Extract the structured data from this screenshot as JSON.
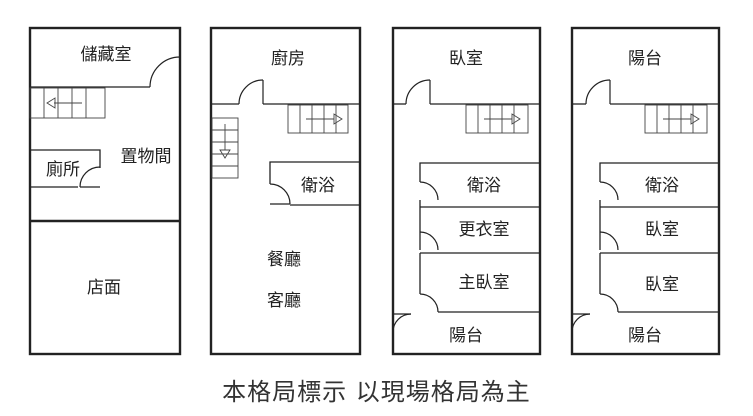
{
  "floors": [
    {
      "rooms": [
        "儲藏室",
        "置物間",
        "廁所",
        "店面"
      ]
    },
    {
      "rooms": [
        "廚房",
        "衛浴",
        "餐廳",
        "客廳"
      ]
    },
    {
      "rooms": [
        "臥室",
        "衛浴",
        "更衣室",
        "主臥室",
        "陽台"
      ]
    },
    {
      "rooms": [
        "陽台",
        "衛浴",
        "臥室",
        "臥室",
        "陽台"
      ]
    }
  ],
  "caption": "本格局標示 以現場格局為主"
}
